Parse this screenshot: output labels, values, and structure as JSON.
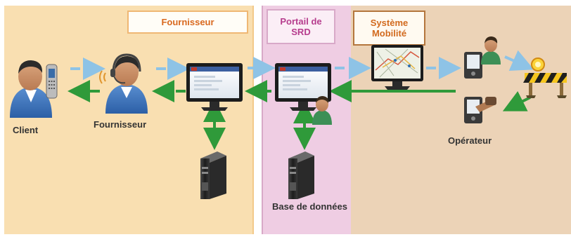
{
  "zones": {
    "fournisseur": "Fournisseur",
    "portail": "Portail de SRD",
    "mobilite": "Système Mobilité"
  },
  "labels": {
    "client": "Client",
    "fournisseur": "Fournisseur",
    "operateur": "Opérateur",
    "base_de_donnees": "Base de données"
  },
  "colors": {
    "flow_request": "#8ec3e6",
    "flow_response": "#2f9a3a",
    "zone_fournisseur": "#f9dfb1",
    "zone_portail": "#efcde3",
    "zone_mobilite": "#ecd3b7"
  },
  "icons": {
    "client": "person-with-phone-icon",
    "fournisseur": "person-with-headset-icon",
    "fournisseur_monitor": "monitor-icon",
    "fournisseur_server": "server-icon",
    "portail_monitor": "monitor-with-user-icon",
    "portail_server": "database-server-icon",
    "mobilite_monitor": "map-monitor-icon",
    "operateur_devices": "pda-icon",
    "chantier": "construction-barrier-icon"
  }
}
